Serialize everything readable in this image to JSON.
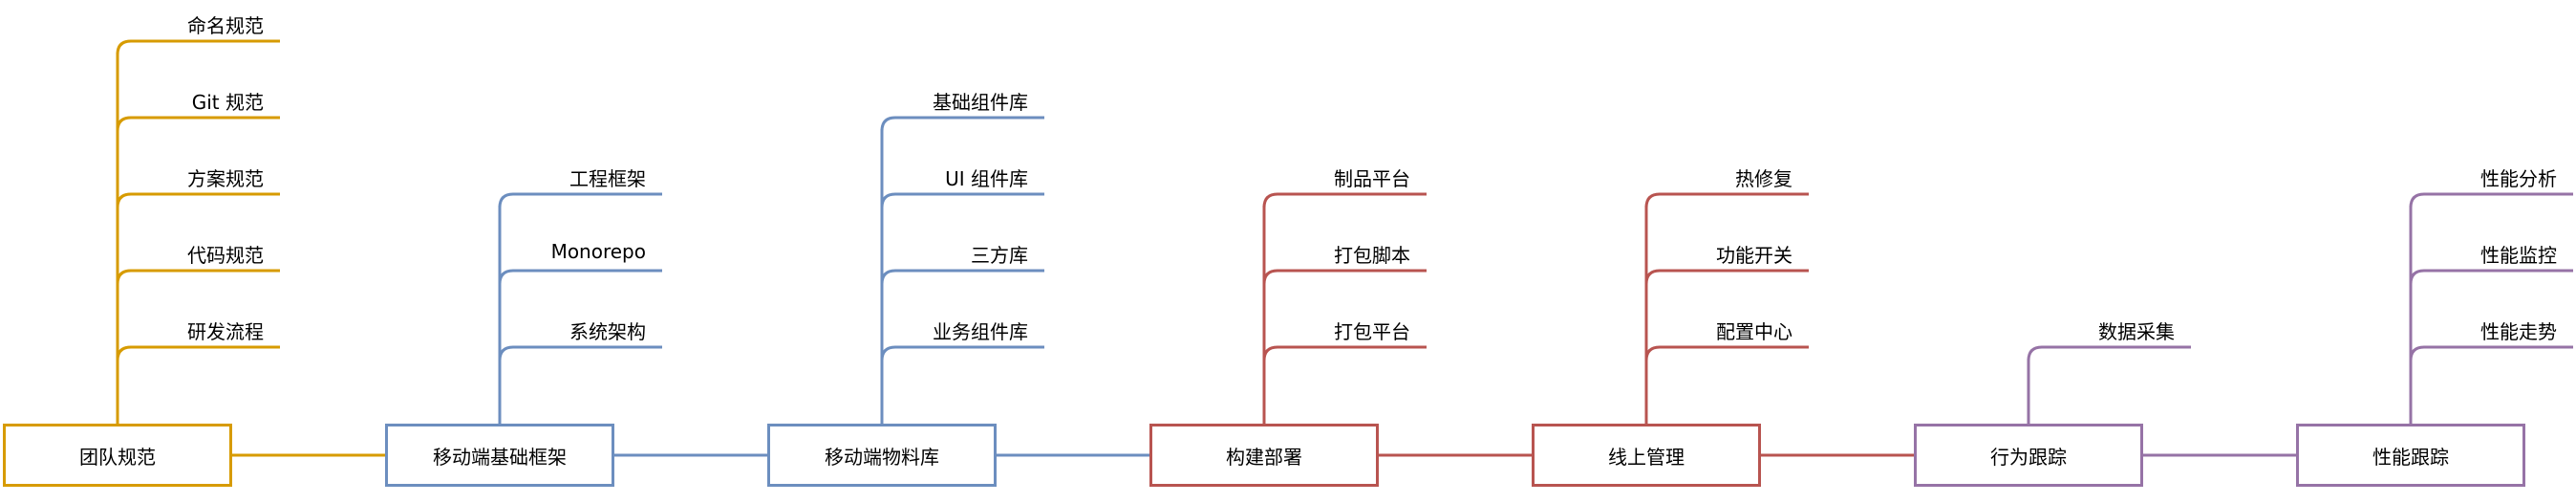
{
  "groups": [
    {
      "title": "团队规范",
      "color": "#D79B00",
      "items": [
        "命名规范",
        "Git 规范",
        "方案规范",
        "代码规范",
        "研发流程"
      ]
    },
    {
      "title": "移动端基础框架",
      "color": "#6C8EBF",
      "items": [
        "工程框架",
        "Monorepo",
        "系统架构"
      ]
    },
    {
      "title": "移动端物料库",
      "color": "#6C8EBF",
      "items": [
        "基础组件库",
        "UI 组件库",
        "三方库",
        "业务组件库"
      ]
    },
    {
      "title": "构建部署",
      "color": "#B85450",
      "items": [
        "制品平台",
        "打包脚本",
        "打包平台"
      ]
    },
    {
      "title": "线上管理",
      "color": "#B85450",
      "items": [
        "热修复",
        "功能开关",
        "配置中心"
      ]
    },
    {
      "title": "行为跟踪",
      "color": "#9673A6",
      "items": [
        "数据采集"
      ]
    },
    {
      "title": "性能跟踪",
      "color": "#9673A6",
      "items": [
        "性能分析",
        "性能监控",
        "性能走势"
      ]
    }
  ]
}
